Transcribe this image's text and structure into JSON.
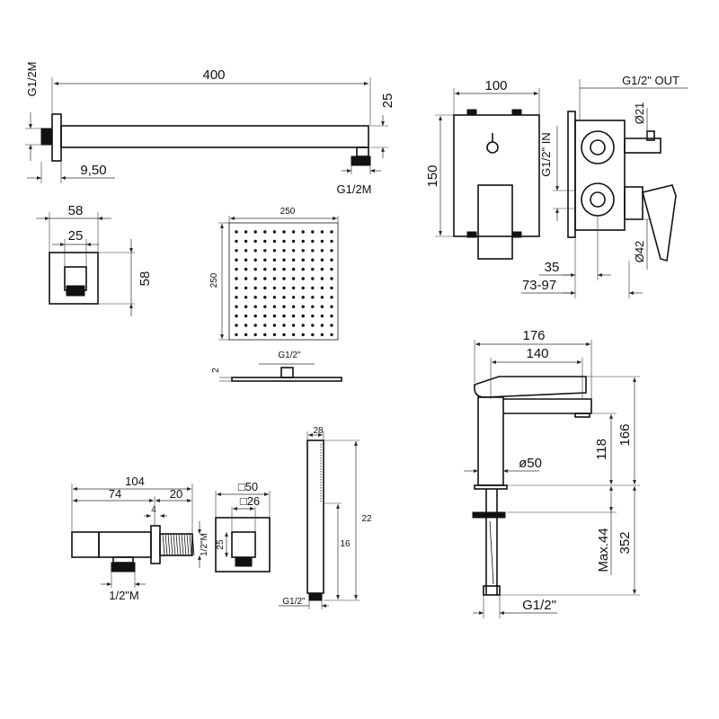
{
  "shower_arm": {
    "length": "400",
    "height": "25",
    "wall_thread": "G1/2M",
    "head_thread": "G1/2M",
    "flange": "9,50"
  },
  "flange_front": {
    "width": "58",
    "inner": "25",
    "height": "58"
  },
  "shower_head": {
    "width": "250",
    "height": "250",
    "thread": "G1/2\"",
    "thickness": "2"
  },
  "mixer": {
    "width": "100",
    "height": "150",
    "outlet": "G1/2\" OUT",
    "inlet": "G1/2\" IN",
    "dia_out": "Ø21",
    "dia_in": "Ø42",
    "depth_min": "35",
    "depth_range": "73-97"
  },
  "basin_faucet": {
    "overall_length": "176",
    "spout_reach": "140",
    "total_height": "166",
    "spout_height": "118",
    "body_diameter": "ø50",
    "max_deck": "Max.44",
    "tail_length": "352",
    "thread": "G1/2\""
  },
  "wall_outlet": {
    "length": "104",
    "body": "74",
    "thread_len": "20",
    "step": "4",
    "hose_thread": "1/2\"M",
    "wall_thread": "1/2\"M",
    "plate_outer": "□50",
    "plate_inner": "□26",
    "plate_offset": "25"
  },
  "hand_shower": {
    "width": "28",
    "length": "22",
    "handle": "16",
    "thread": "G1/2\""
  }
}
